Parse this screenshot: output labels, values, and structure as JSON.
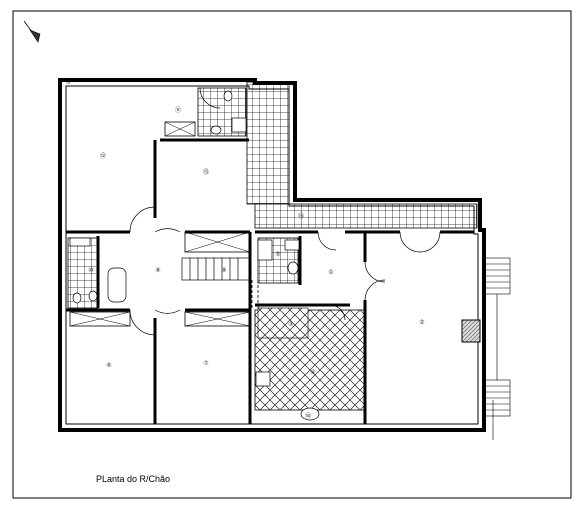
{
  "drawing": {
    "title": "PLanta do R/Chão",
    "north_symbol": "north-arrow-icon"
  },
  "rooms": [
    {
      "id": "r1",
      "label": "①"
    },
    {
      "id": "r2",
      "label": "②"
    },
    {
      "id": "r3",
      "label": "③"
    },
    {
      "id": "r4",
      "label": "④"
    },
    {
      "id": "r5",
      "label": "⑤"
    },
    {
      "id": "r6",
      "label": "⑥"
    },
    {
      "id": "r7",
      "label": "⑦"
    },
    {
      "id": "r8",
      "label": "⑧"
    },
    {
      "id": "r9",
      "label": "⑨"
    },
    {
      "id": "r10",
      "label": "⑩"
    },
    {
      "id": "r11",
      "label": "⑪"
    },
    {
      "id": "r12",
      "label": "⑫"
    },
    {
      "id": "r13",
      "label": "⑬"
    },
    {
      "id": "r14",
      "label": "⑭"
    },
    {
      "id": "r15",
      "label": "⑮"
    }
  ]
}
